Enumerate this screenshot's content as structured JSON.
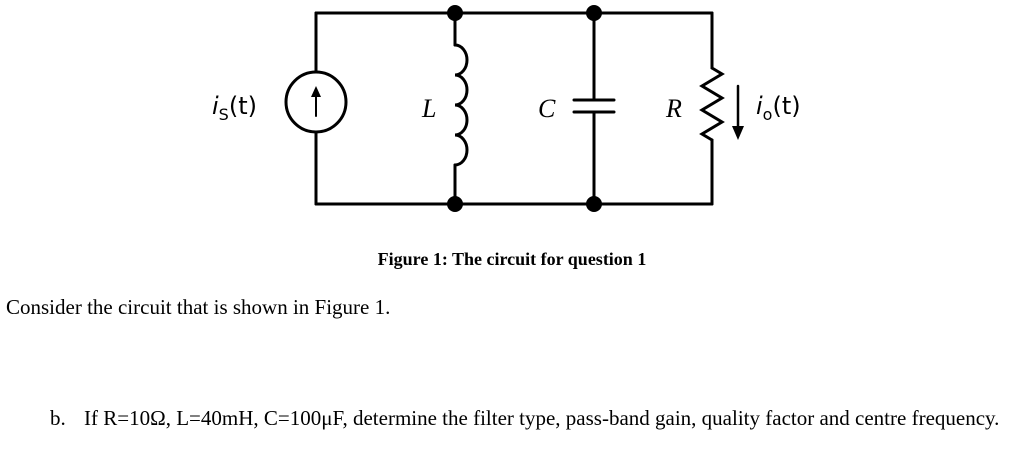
{
  "figure": {
    "source_label_main": "i",
    "source_label_sub": "S",
    "source_label_arg": "(t)",
    "inductor_label": "L",
    "capacitor_label": "C",
    "resistor_label": "R",
    "output_label_main": "i",
    "output_label_sub": "o",
    "output_label_arg": "(t)",
    "caption": "Figure 1: The circuit for question 1"
  },
  "body": {
    "intro": "Consider the circuit that is shown in Figure 1.",
    "question_marker": "b.",
    "question_text": "If R=10Ω, L=40mH, C=100μF, determine the filter type, pass-band gain, quality factor and centre frequency."
  }
}
